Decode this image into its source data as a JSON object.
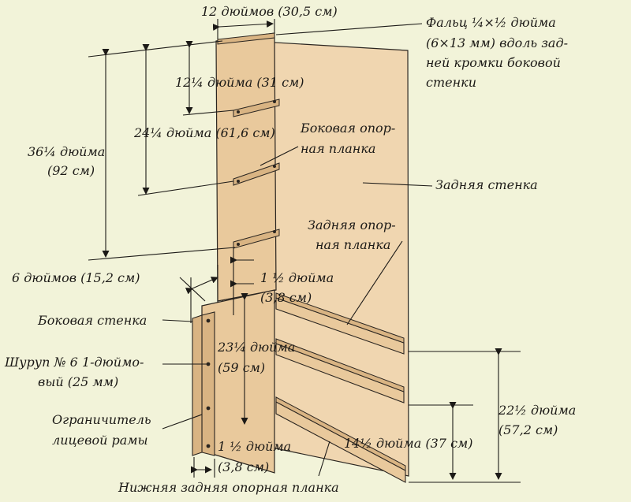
{
  "colors": {
    "background": "#f2f3d9",
    "panel_back": "#f0d6b0",
    "panel_side": "#e9c99c",
    "panel_edge": "#d9b483",
    "line": "#1c1a17"
  },
  "labels": {
    "width_top": "12 дюймов (30,5 см)",
    "rabbet": [
      "Фальц ¼×½ дюйма",
      "(6×13 мм) вдоль зад-",
      "ней кромки боковой",
      "стенки"
    ],
    "dim_12_25": "12¼ дюйма (31 см)",
    "dim_24_25": "24¼ дюйма (61,6 см)",
    "dim_36_25": [
      "36¼ дюйма",
      "(92 см)"
    ],
    "side_cleat": [
      "Боковая опор-",
      "ная планка"
    ],
    "back_panel": "Задняя стенка",
    "back_cleat": [
      "Задняя опор-",
      "ная планка"
    ],
    "dim_6": "6 дюймов (15,2 см)",
    "dim_1_5_top": [
      "1 ½ дюйма",
      "(3,8 см)"
    ],
    "side_panel": "Боковая стенка",
    "screw": [
      "Шуруп № 6 1-дюймо-",
      "вый (25 мм)"
    ],
    "dim_23_25": [
      "23¼ дюйма",
      "(59 см)"
    ],
    "stop": [
      "Ограничитель",
      "лицевой рамы"
    ],
    "dim_22_5": [
      "22½ дюйма",
      "(57,2 см)"
    ],
    "dim_14_5": "14½ дюйма (37 см)",
    "dim_1_5_bottom": [
      "1 ½ дюйма",
      "(3,8 см)"
    ],
    "bottom_cleat": "Нижняя задняя опорная планка"
  }
}
